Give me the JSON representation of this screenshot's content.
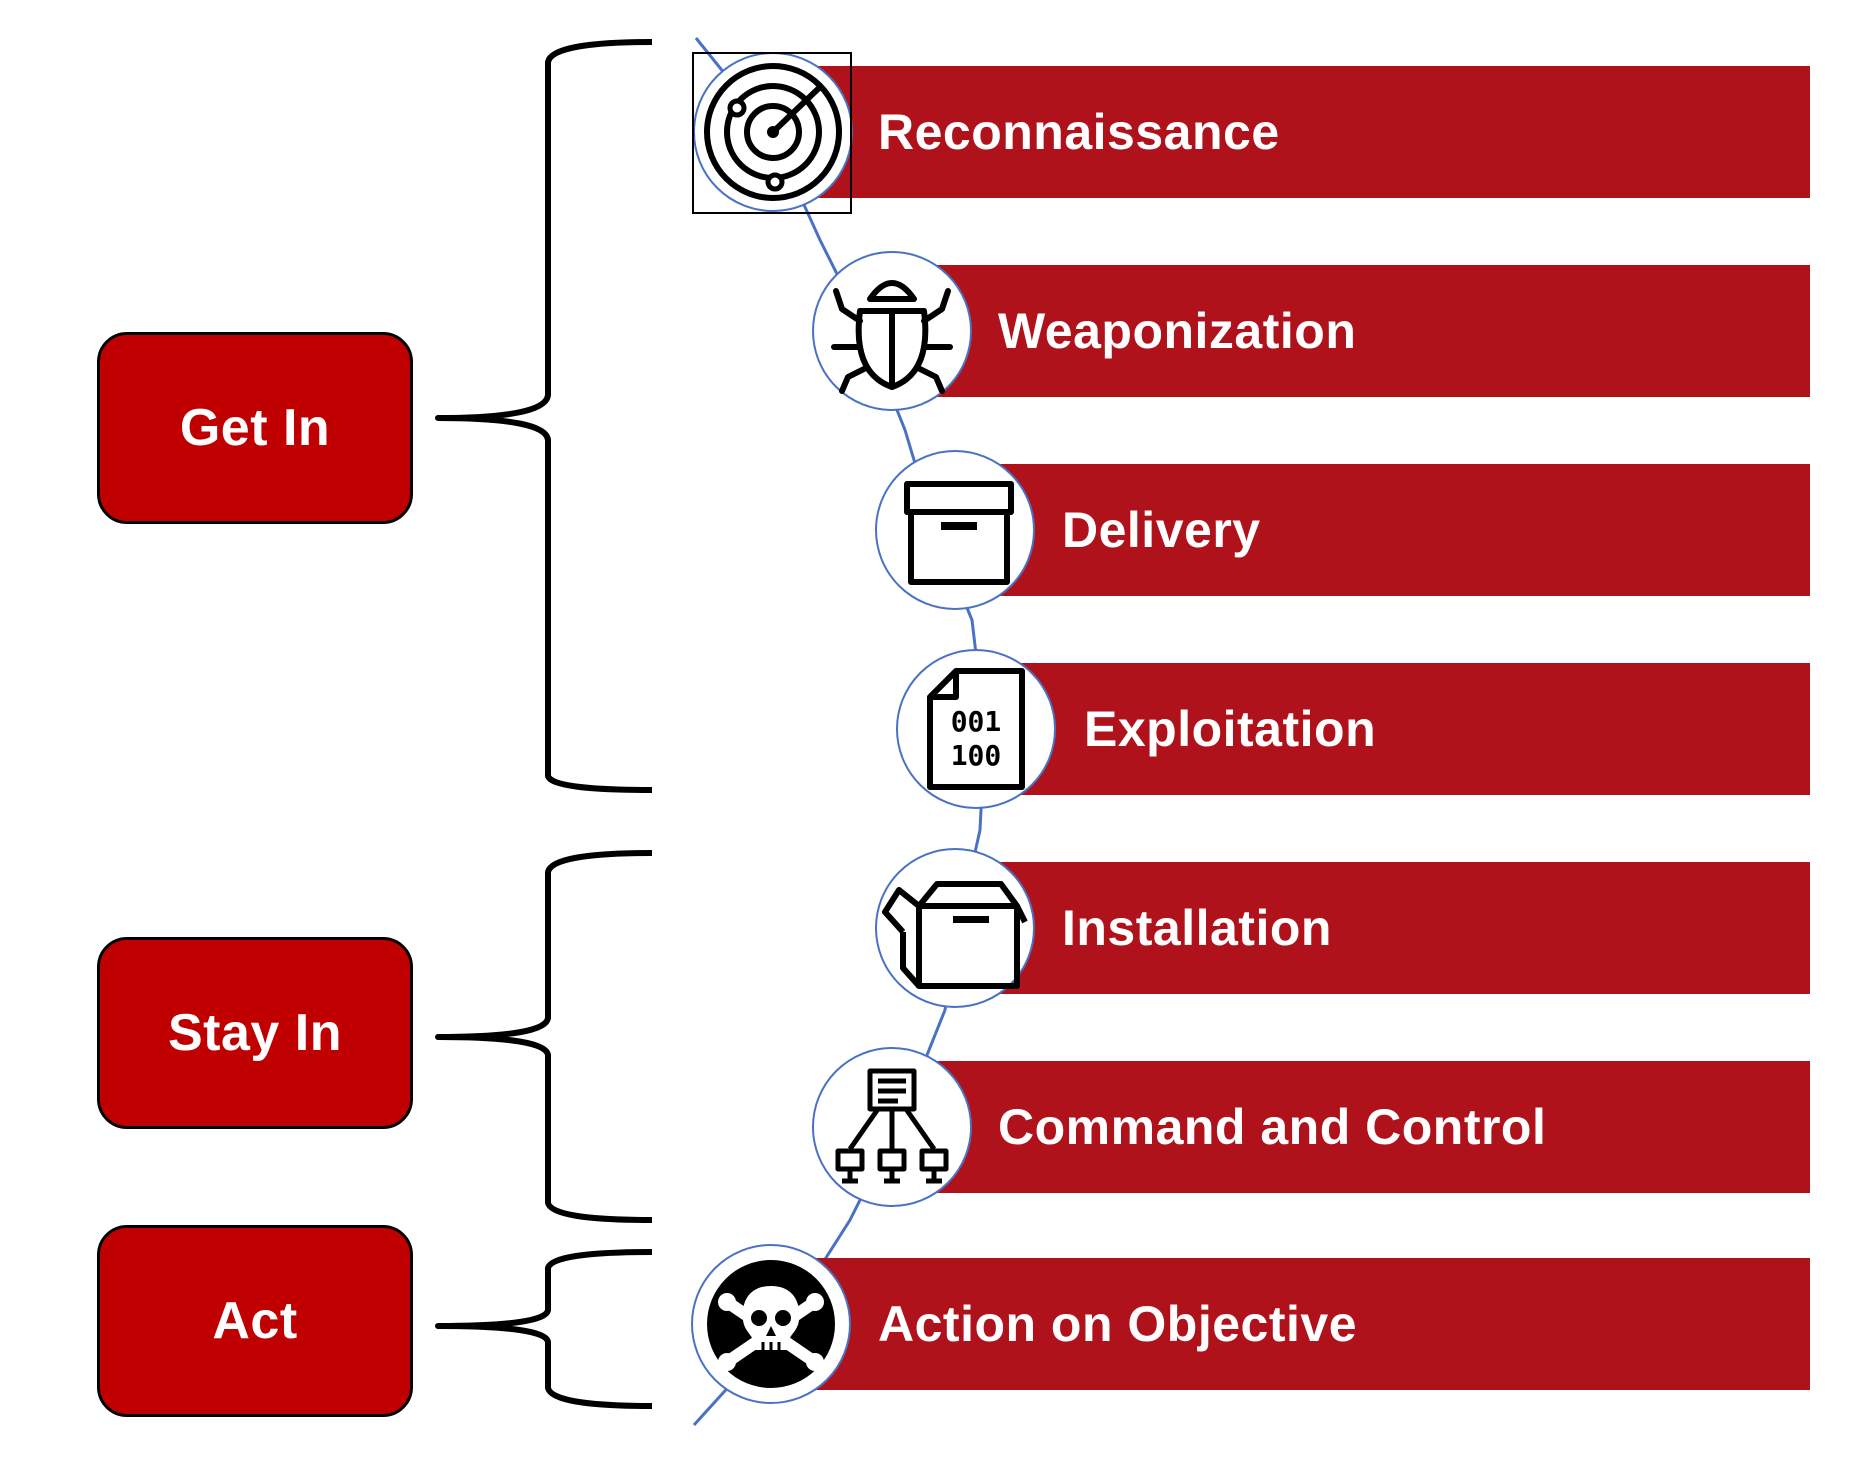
{
  "colors": {
    "group_fill": "#c00000",
    "bar_fill": "#b0121b",
    "timeline_line": "#4a72c4",
    "bracket": "#000000",
    "icon_border": "#4a72c4"
  },
  "groups": [
    {
      "id": "get-in",
      "label": "Get In"
    },
    {
      "id": "stay-in",
      "label": "Stay In"
    },
    {
      "id": "act",
      "label": "Act"
    }
  ],
  "stages": [
    {
      "id": "reconnaissance",
      "label": "Reconnaissance",
      "icon": "radar-icon",
      "group": "get-in"
    },
    {
      "id": "weaponization",
      "label": "Weaponization",
      "icon": "bug-icon",
      "group": "get-in"
    },
    {
      "id": "delivery",
      "label": "Delivery",
      "icon": "box-icon",
      "group": "get-in"
    },
    {
      "id": "exploitation",
      "label": "Exploitation",
      "icon": "binary-file-icon",
      "group": "get-in"
    },
    {
      "id": "installation",
      "label": "Installation",
      "icon": "open-box-icon",
      "group": "stay-in"
    },
    {
      "id": "command-and-control",
      "label": "Command and Control",
      "icon": "network-icon",
      "group": "stay-in"
    },
    {
      "id": "action-on-objective",
      "label": "Action on Objective",
      "icon": "skull-crossbones-icon",
      "group": "act"
    }
  ]
}
